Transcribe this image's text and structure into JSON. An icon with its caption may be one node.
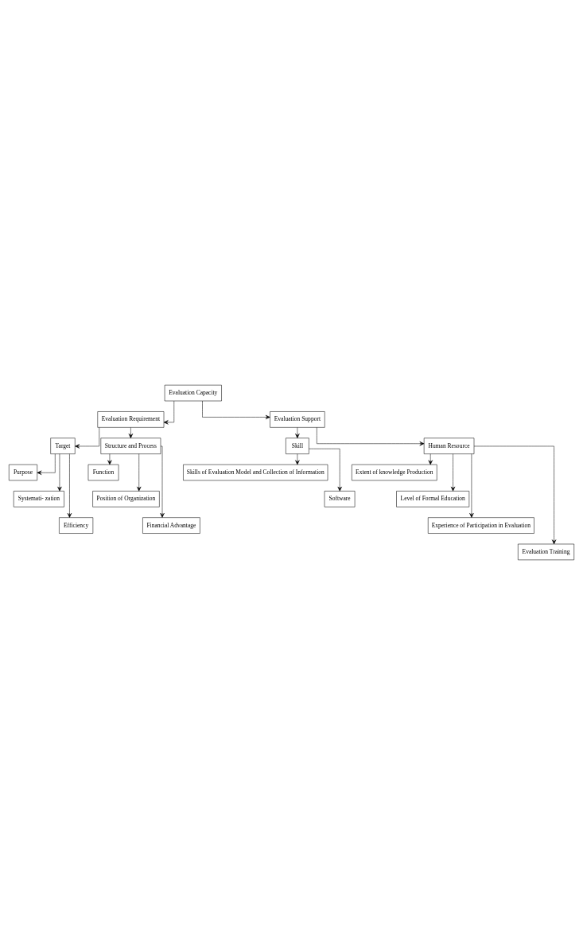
{
  "diagram": {
    "nodes": [
      {
        "text": [
          "Evaluation Capacity"
        ]
      },
      {
        "text": [
          "Evaluation Requirement"
        ]
      },
      {
        "text": [
          "Evaluation Support"
        ]
      },
      {
        "text": [
          "Target"
        ]
      },
      {
        "text": [
          "Structure and Process"
        ]
      },
      {
        "text": [
          "Skill"
        ]
      },
      {
        "text": [
          "Human Resource"
        ]
      },
      {
        "text": [
          "Purpose"
        ]
      },
      {
        "text": [
          "Systemati- zation"
        ]
      },
      {
        "text": [
          "Efficiency"
        ]
      },
      {
        "text": [
          "Function"
        ]
      },
      {
        "text": [
          "Position of Organization"
        ]
      },
      {
        "text": [
          "Financial Advantage"
        ]
      },
      {
        "text": [
          "Skills of Evaluation Model and Collection of Information"
        ]
      },
      {
        "text": [
          "Software"
        ]
      },
      {
        "text": [
          "Extent of knowledge Production"
        ]
      },
      {
        "text": [
          "Level of Formal Education"
        ]
      },
      {
        "text": [
          "Experience of Participation in Evaluation"
        ]
      },
      {
        "text": [
          "Evaluation Training"
        ]
      }
    ],
    "edges": [
      {
        "from": 0,
        "to": 1,
        "arrow": "to"
      },
      {
        "from": 0,
        "to": 2,
        "arrow": "to"
      },
      {
        "from": 1,
        "to": 3,
        "arrow": "to"
      },
      {
        "from": 1,
        "to": 4,
        "arrow": "to"
      },
      {
        "from": 2,
        "to": 5,
        "arrow": "to"
      },
      {
        "from": 2,
        "to": 6,
        "arrow": "to"
      },
      {
        "from": 3,
        "to": 7,
        "arrow": "to"
      },
      {
        "from": 3,
        "to": 8,
        "arrow": "to"
      },
      {
        "from": 3,
        "to": 9,
        "arrow": "to"
      },
      {
        "from": 4,
        "to": 10,
        "arrow": "to"
      },
      {
        "from": 4,
        "to": 11,
        "arrow": "to"
      },
      {
        "from": 4,
        "to": 12,
        "arrow": "to"
      },
      {
        "from": 5,
        "to": 13,
        "arrow": "to"
      },
      {
        "from": 5,
        "to": 14,
        "arrow": "to"
      },
      {
        "from": 6,
        "to": 15,
        "arrow": "to"
      },
      {
        "from": 6,
        "to": 16,
        "arrow": "to"
      },
      {
        "from": 6,
        "to": 17,
        "arrow": "to"
      },
      {
        "from": 6,
        "to": 18,
        "arrow": "to"
      }
    ]
  }
}
